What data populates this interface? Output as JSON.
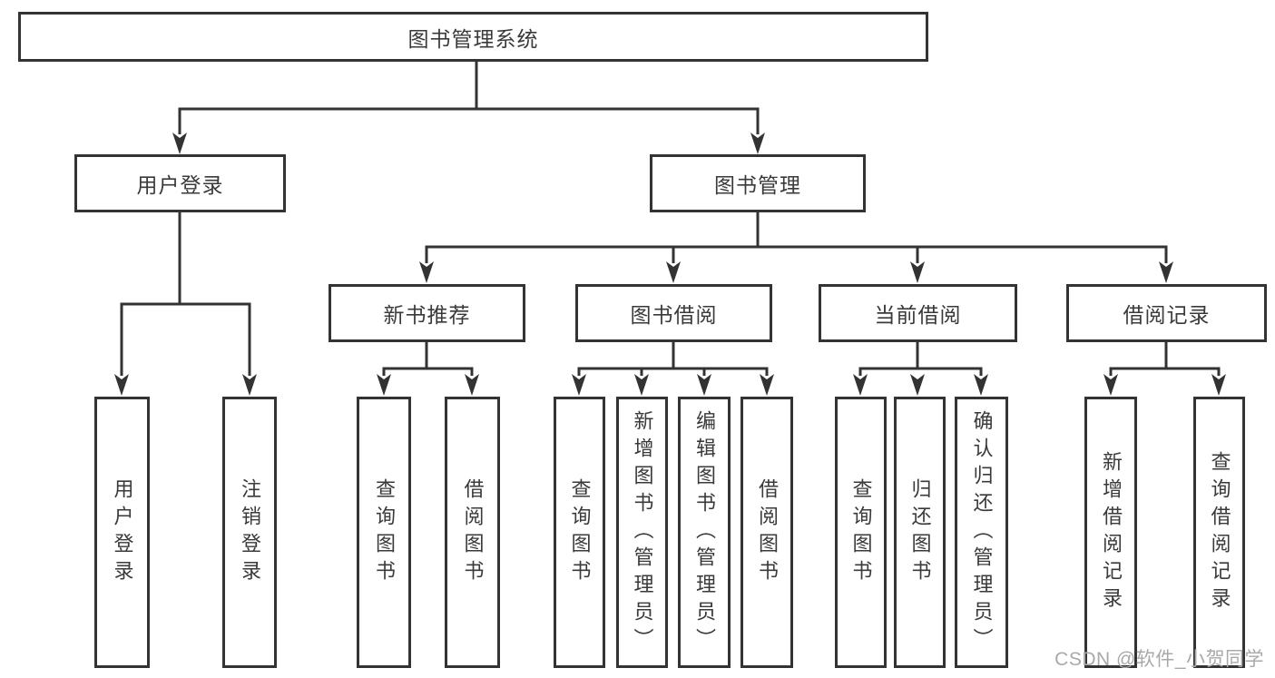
{
  "root": {
    "label": "图书管理系统"
  },
  "branches": [
    {
      "label": "用户登录",
      "children": [
        {
          "label": "用户登录"
        },
        {
          "label": "注销登录"
        }
      ]
    },
    {
      "label": "图书管理",
      "children": [
        {
          "label": "新书推荐",
          "children": [
            {
              "label": "查询图书"
            },
            {
              "label": "借阅图书"
            }
          ]
        },
        {
          "label": "图书借阅",
          "children": [
            {
              "label": "查询图书"
            },
            {
              "label": "新增图书（管理员）"
            },
            {
              "label": "编辑图书（管理员）"
            },
            {
              "label": "借阅图书"
            }
          ]
        },
        {
          "label": "当前借阅",
          "children": [
            {
              "label": "查询图书"
            },
            {
              "label": "归还图书"
            },
            {
              "label": "确认归还（管理员）"
            }
          ]
        },
        {
          "label": "借阅记录",
          "children": [
            {
              "label": "新增借阅记录"
            },
            {
              "label": "查询借阅记录"
            }
          ]
        }
      ]
    }
  ],
  "watermark": "CSDN @软件_小贺同学",
  "colors": {
    "line": "#333333",
    "text": "#3a3a3a",
    "watermark": "#a9a9a9",
    "background": "#ffffff"
  }
}
